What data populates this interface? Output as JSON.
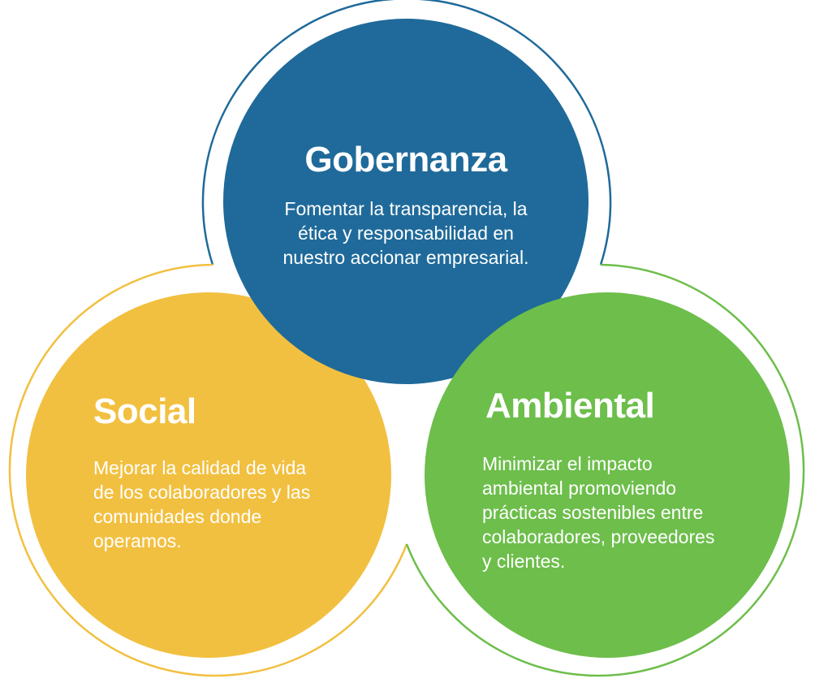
{
  "colors": {
    "gobernanza": "#1F6A9A",
    "social": "#F2C040",
    "ambiental": "#6DBE4B"
  },
  "gobernanza": {
    "title": "Gobernanza",
    "lines": [
      "Fomentar la transparencia, la",
      "ética y responsabilidad en",
      "nuestro accionar empresarial."
    ]
  },
  "social": {
    "title": "Social",
    "lines": [
      "Mejorar la calidad de vida",
      "de los colaboradores y las",
      "comunidades donde",
      "operamos."
    ]
  },
  "ambiental": {
    "title": "Ambiental",
    "lines": [
      "Minimizar el impacto",
      "ambiental promoviendo",
      "prácticas sostenibles entre",
      "colaboradores, proveedores",
      "y clientes."
    ]
  }
}
